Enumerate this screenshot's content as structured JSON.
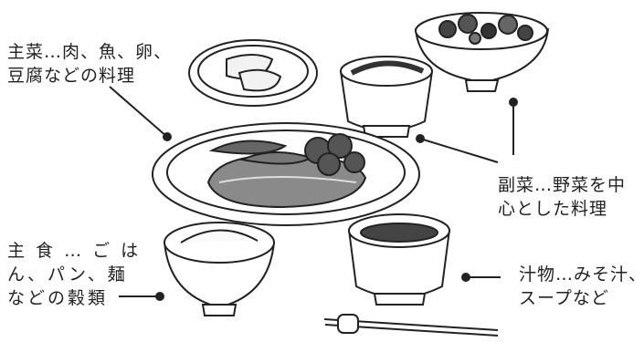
{
  "labels": {
    "main_dish": {
      "lines": [
        "主菜…肉、魚、卵、",
        "豆腐などの料理"
      ]
    },
    "side_dish": {
      "lines": [
        "副菜…野菜を中",
        "心とした料理"
      ]
    },
    "staple": {
      "lines": [
        "主 食 … ご は",
        "ん、パン、麺",
        "などの穀類"
      ]
    },
    "soup": {
      "lines": [
        "汁物…みそ汁、",
        "スープなど"
      ]
    }
  },
  "colors": {
    "ink": "#222222",
    "fish": "#777777",
    "greens": "#555555",
    "white": "#ffffff"
  }
}
